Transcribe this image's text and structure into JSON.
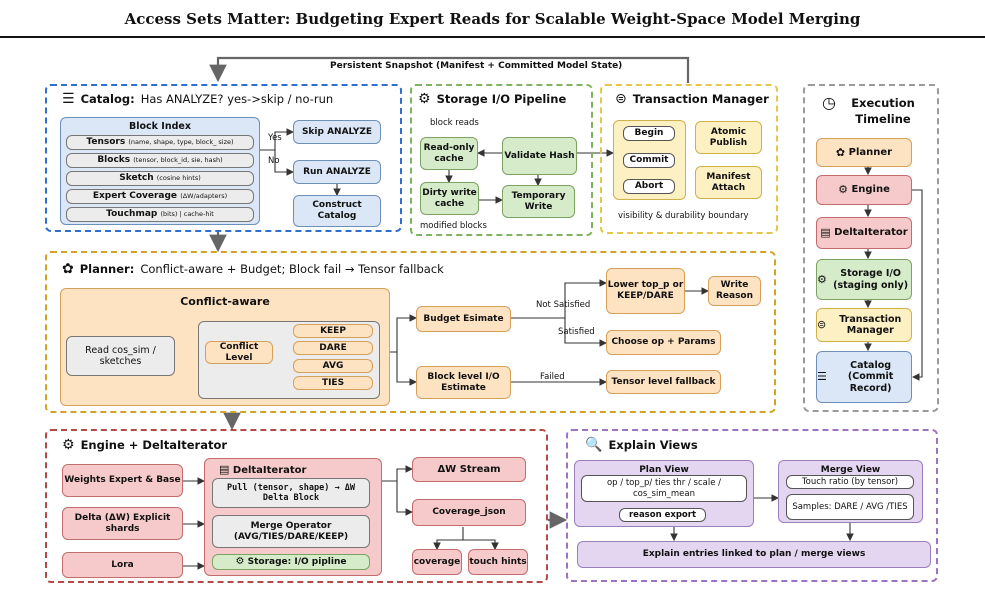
{
  "title": "Access Sets Matter: Budgeting Expert Reads for Scalable Weight-Space Model Merging",
  "snapshot_label": "Persistent Snapshot (Manifest + Committed Model State)",
  "catalog": {
    "header": "Catalog:",
    "header_sub": "Has ANALYZE? yes->skip / no-run",
    "block_index_title": "Block Index",
    "rows": [
      {
        "main": "Tensors",
        "sub": "(name, shape, type, block_ size)"
      },
      {
        "main": "Blocks",
        "sub": "(tensor, block_id, sie, hash)"
      },
      {
        "main": "Sketch",
        "sub": "(cosine hints)"
      },
      {
        "main": "Expert Coverage",
        "sub": "(ΔW/adapters)"
      },
      {
        "main": "Touchmap",
        "sub": "(bits) | cache-hit"
      }
    ],
    "yes": "Yes",
    "no": "No",
    "skip": "Skip ANALYZE",
    "run": "Run ANALYZE",
    "construct": "Construct Catalog"
  },
  "storage": {
    "header": "Storage I/O Pipeline",
    "block_reads": "block reads",
    "readonly": "Read-only cache",
    "validate": "Validate Hash",
    "dirty": "Dirty write cache",
    "temp": "Temporary Write",
    "modified": "modified blocks"
  },
  "txn": {
    "header": "Transaction Manager",
    "begin": "Begin",
    "commit": "Commit",
    "abort": "Abort",
    "atomic": "Atomic Publish",
    "manifest": "Manifest Attach",
    "boundary": "visibility & durability boundary"
  },
  "timeline": {
    "header": "Execution Timeline",
    "items": [
      "Planner",
      "Engine",
      "DeltaIterator",
      "Storage I/O (staging only)",
      "Transaction Manager",
      "Catalog (Commit Record)"
    ]
  },
  "planner": {
    "header": "Planner:",
    "header_sub": "Conflict-aware + Budget; Block fail → Tensor fallback",
    "conflict_title": "Conflict-aware",
    "read": "Read cos_sim / sketches",
    "conflict_level": "Conflict Level",
    "ops": [
      "KEEP",
      "DARE",
      "AVG",
      "TIES"
    ],
    "budget": "Budget Esimate",
    "not_satisfied": "Not Satisfied",
    "satisfied": "Satisfied",
    "lower": "Lower top_p or KEEP/DARE",
    "write_reason": "Write Reason",
    "choose": "Choose op + Params",
    "block_level": "Block level I/O Estimate",
    "failed": "Failed",
    "tensor_fallback": "Tensor level fallback"
  },
  "engine": {
    "header": "Engine + DeltaIterator",
    "weights": "Weights Expert & Base",
    "delta": "Delta (ΔW) Explicit shards",
    "lora": "Lora",
    "delta_iter": "DeltaIterator",
    "pull": "Pull (tensor, shape) → ΔW Delta Block",
    "merge_op": "Merge Operator (AVG/TIES/DARE/KEEP)",
    "storage": "Storage: I/O pipline",
    "stream": "ΔW Stream",
    "coverage_json": "Coverage_json",
    "coverage": "coverage",
    "touch_hints": "touch hints"
  },
  "explain": {
    "header": "Explain Views",
    "plan_view": "Plan View",
    "plan_fields": "op / top_p/ ties thr / scale / cos_sim_mean",
    "reason_export": "reason export",
    "merge_view": "Merge View",
    "touch_ratio": "Touch ratio (by tensor)",
    "samples": "Samples: DARE / AVG /TIES",
    "entries": "Explain entries linked to plan / merge views"
  },
  "colors": {
    "catalog_border": "#2f6fcf",
    "storage_border": "#7fb35f",
    "txn_border": "#e8c64a",
    "timeline_border": "#9a9a9a",
    "planner_border": "#d3a227",
    "engine_border": "#b24a4a",
    "explain_border": "#9b73c2"
  }
}
